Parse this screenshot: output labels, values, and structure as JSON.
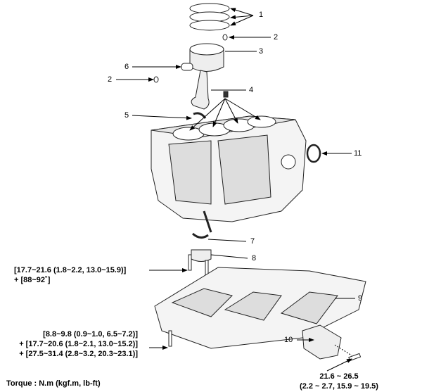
{
  "callouts": {
    "c1": "1",
    "c2a": "2",
    "c3": "3",
    "c4": "4",
    "c5": "5",
    "c6": "6",
    "c2b": "2",
    "c7": "7",
    "c8": "8",
    "c9": "9",
    "c10": "10",
    "c11": "11"
  },
  "torque": {
    "bearing_cap_line1": "[17.7~21.6 (1.8~2.2, 13.0~15.9)]",
    "bearing_cap_line2": "+ [88~92˚]",
    "ladder_line1": "[8.8~9.8 (0.9~1.0, 6.5~7.2)]",
    "ladder_line2": "+ [17.7~20.6 (1.8~2.1, 13.0~15.2)]",
    "ladder_line3": "+ [27.5~31.4 (2.8~3.2, 20.3~23.1)]",
    "strainer_line1": "21.6 ~ 26.5",
    "strainer_line2": "(2.2 ~ 2.7, 15.9 ~ 19.5)",
    "unit_note": "Torque : N.m (kgf.m, lb-ft)"
  }
}
